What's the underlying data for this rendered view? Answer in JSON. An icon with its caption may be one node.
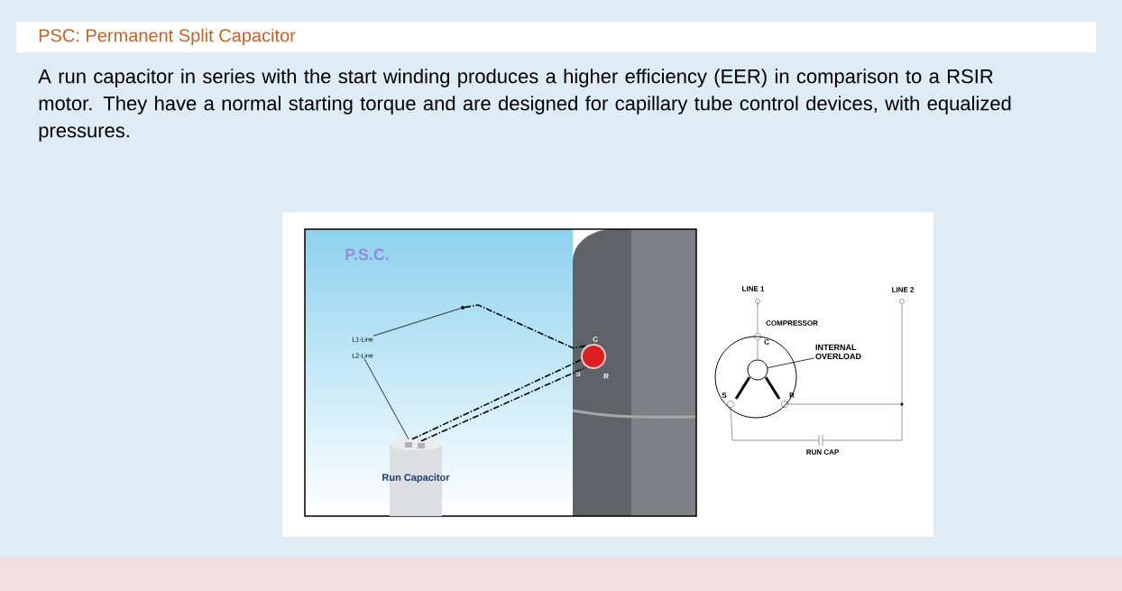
{
  "diagram": {
    "title": "PSC: Permanent Split Capacitor",
    "nodes": [
      {
        "text": [
          "L1-Line"
        ]
      },
      {
        "text": [
          "L2-Line"
        ]
      },
      {
        "text": [],
        "shape": "circle"
      },
      {
        "text": [
          "Run Capacitor"
        ]
      },
      {
        "text": [],
        "shape": "circle"
      },
      {
        "text": [
          "INTERNAL OVERLOAD"
        ]
      },
      {
        "text": [],
        "shape": "circle"
      }
    ],
    "edges": [
      {
        "from": 0,
        "to": 2,
        "arrow": "none"
      },
      {
        "from": 1,
        "to": 3,
        "arrow": "none"
      },
      {
        "from": 2,
        "to": 4,
        "arrow": "none",
        "style": "dashed"
      },
      {
        "from": 3,
        "to": 4,
        "arrow": "none",
        "style": "dashed"
      },
      {
        "from": 3,
        "to": 4,
        "arrow": "none",
        "style": "dashed"
      },
      {
        "from": 5,
        "to": 6,
        "arrow": "none"
      }
    ],
    "labels": [
      "A run capacitor in series with the start winding produces a higher efficiency (EER) in comparison to a RSIR motor. They have a normal starting torque and are designed for capillary tube control devices, with equalized pressures.",
      "P.S.C.",
      "C",
      "S",
      "R",
      "LINE 1",
      "LINE 2",
      "COMPRESSOR",
      "C",
      "S",
      "R",
      "RUN CAP"
    ]
  }
}
